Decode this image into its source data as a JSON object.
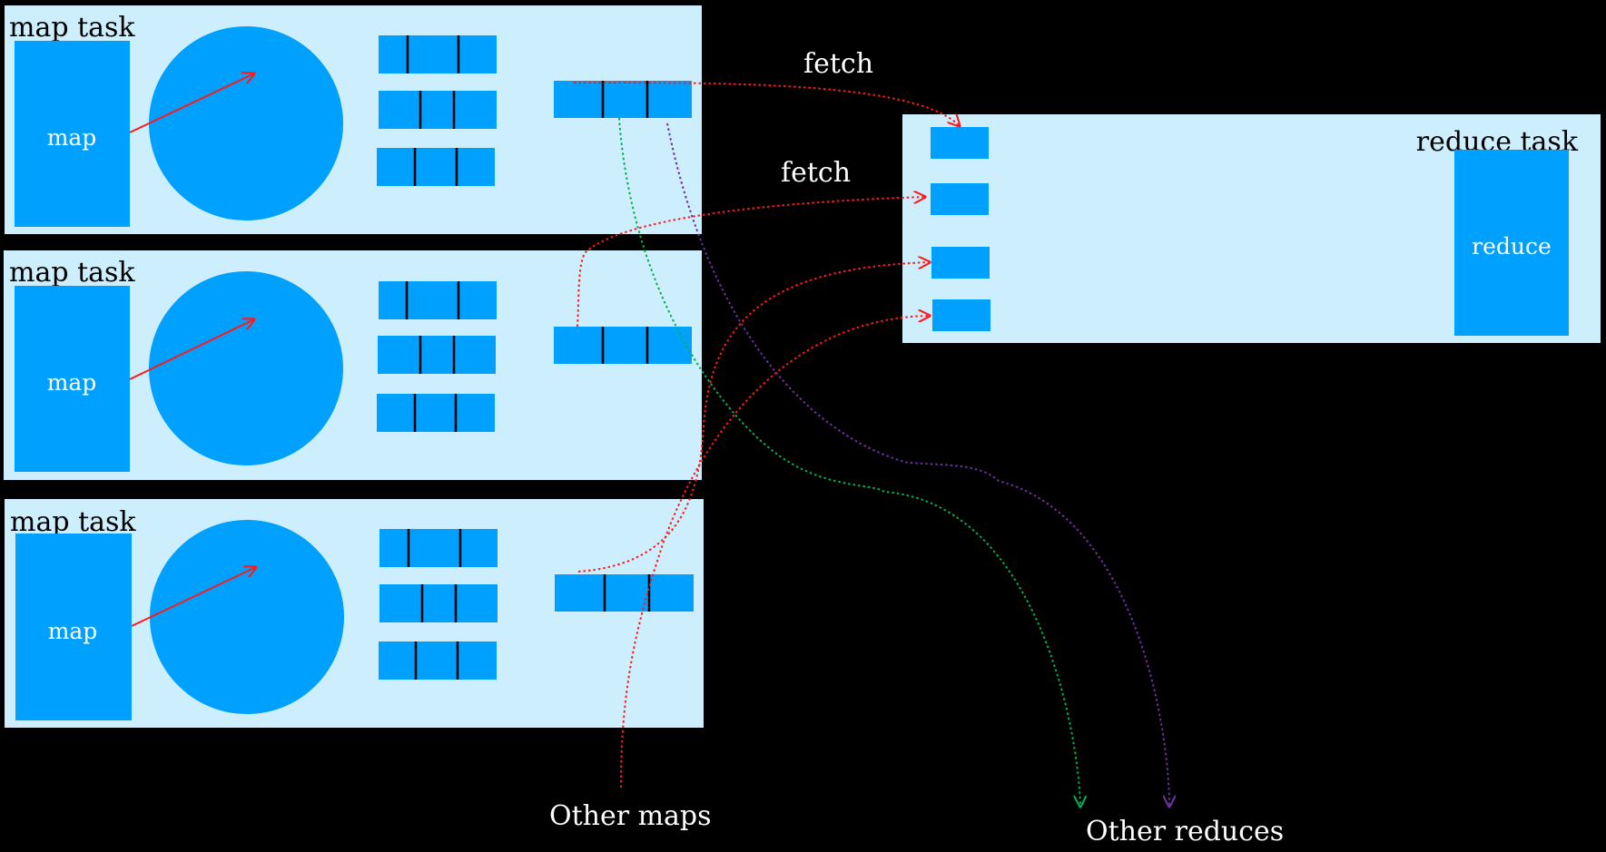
{
  "colors": {
    "background": "#000000",
    "panel": "#cdeefc",
    "block": "#00a0ff",
    "divider": "#000000",
    "fetch_line": "#ff1a1a",
    "other_reduce_green": "#00b050",
    "other_reduce_purple": "#7030a0"
  },
  "map_tasks": [
    {
      "title": "map task",
      "map_label": "map"
    },
    {
      "title": "map task",
      "map_label": "map"
    },
    {
      "title": "map task",
      "map_label": "map"
    }
  ],
  "reduce_task": {
    "title": "reduce task",
    "reduce_label": "reduce"
  },
  "labels": {
    "fetch_top": "fetch",
    "fetch_second": "fetch",
    "other_maps": "Other maps",
    "other_reduces": "Other reduces"
  }
}
